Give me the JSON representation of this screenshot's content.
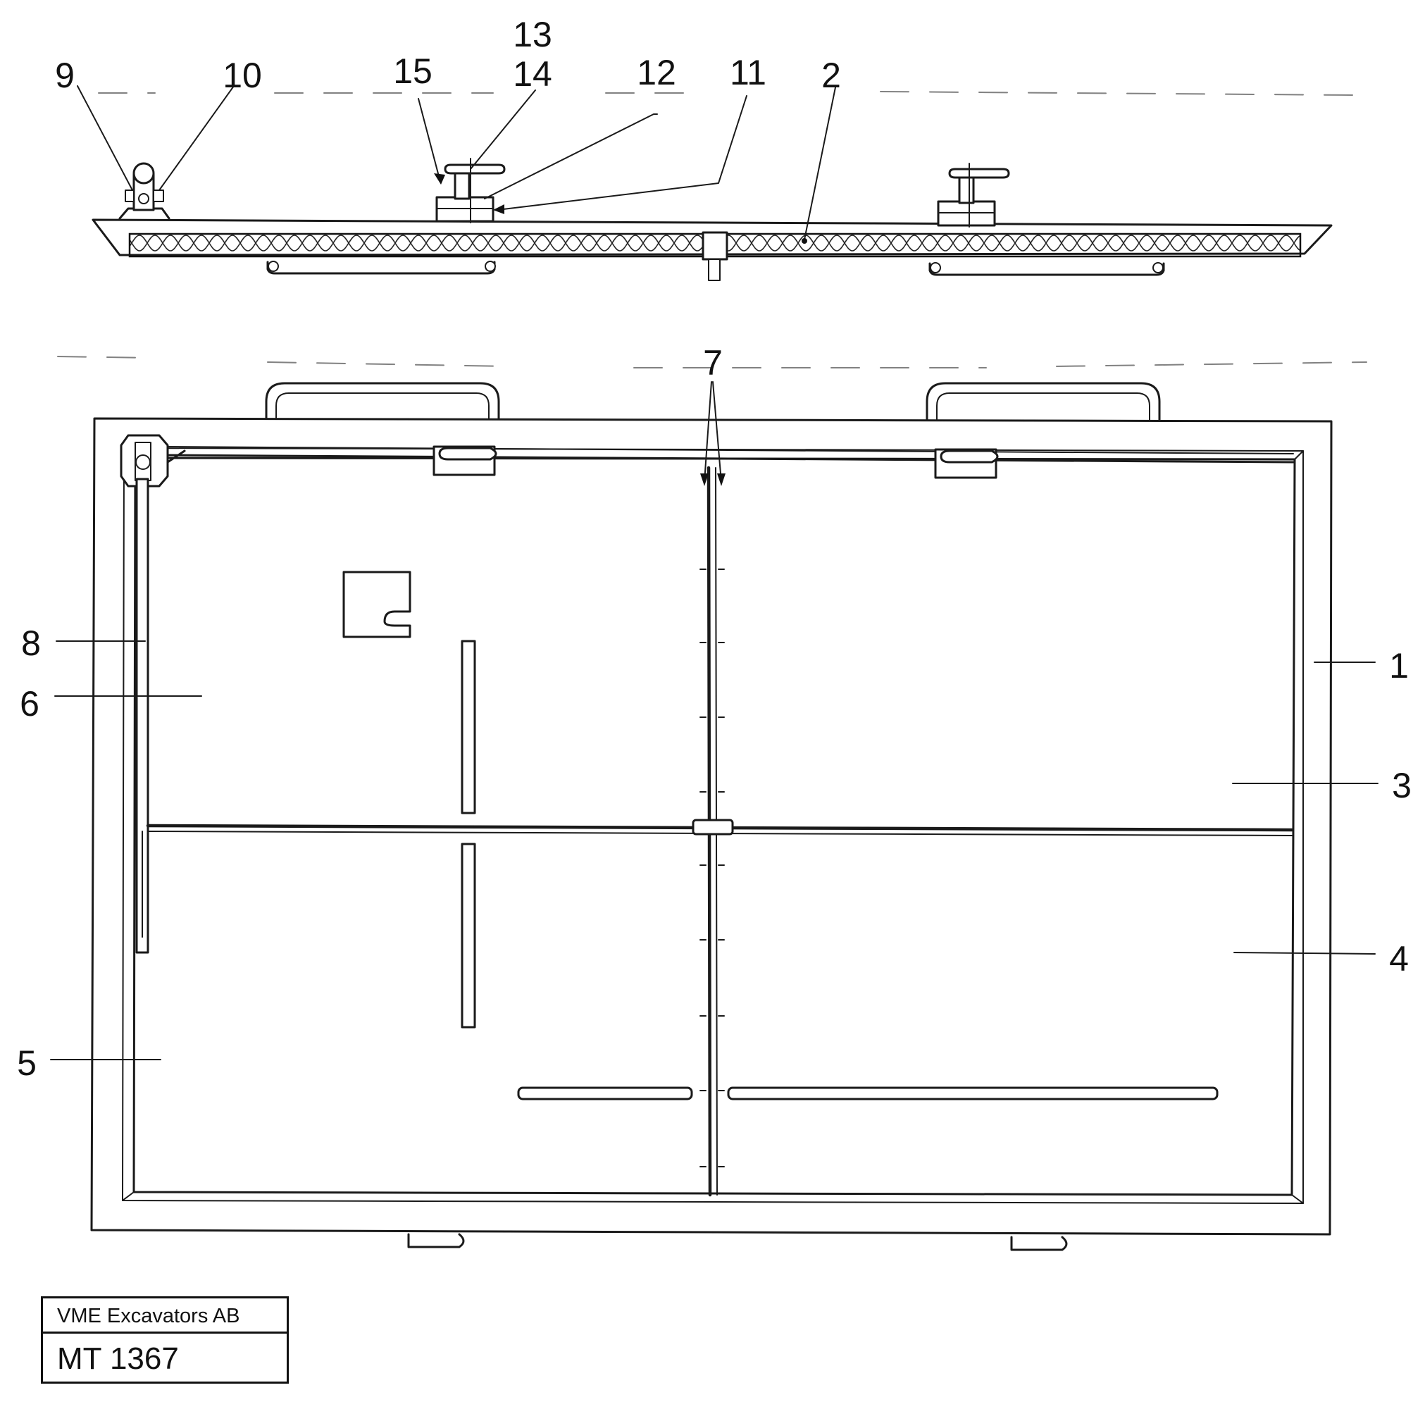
{
  "title_block": {
    "company": "VME Excavators AB",
    "drawing_number": "MT 1367"
  },
  "callouts": {
    "c1": "1",
    "c2": "2",
    "c3": "3",
    "c4": "4",
    "c5": "5",
    "c6": "6",
    "c7": "7",
    "c8": "8",
    "c9": "9",
    "c10": "10",
    "c11": "11",
    "c12": "12",
    "c13": "13",
    "c14": "14",
    "c15": "15"
  }
}
